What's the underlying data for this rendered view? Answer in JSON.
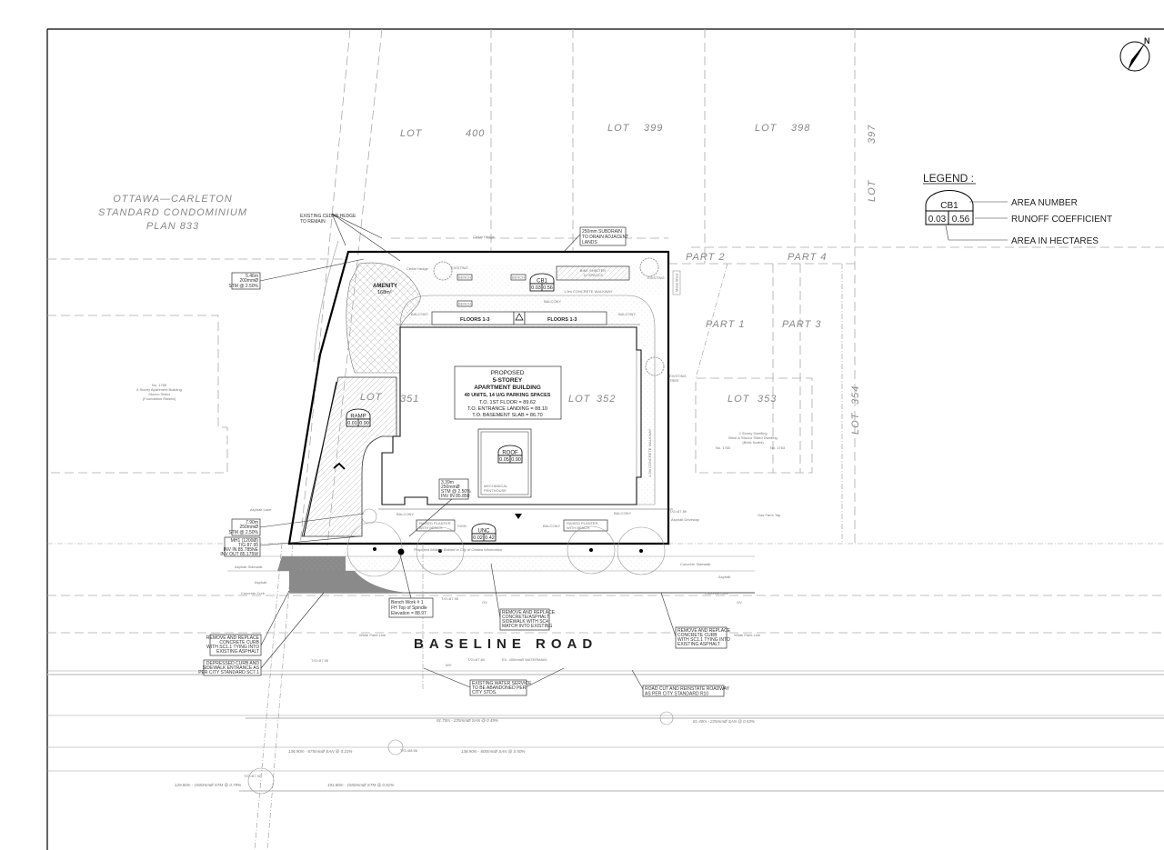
{
  "drawing": {
    "north_label": "N",
    "lots": {
      "lot400": [
        "LOT",
        "400"
      ],
      "lot399": [
        "LOT",
        "399"
      ],
      "lot398": [
        "LOT",
        "398"
      ],
      "lot397": [
        "LOT",
        "397"
      ],
      "lot351": [
        "LOT",
        "351"
      ],
      "lot352": [
        "LOT",
        "352"
      ],
      "lot353": [
        "LOT",
        "353"
      ],
      "lot354": [
        "LOT",
        "354"
      ],
      "part1": "PART 1",
      "part3": "PART 3",
      "part4": "PART 4",
      "part2": "PART 2"
    },
    "condo": [
      "OTTAWA—CARLETON",
      "STANDARD CONDOMINIUM",
      "PLAN 833"
    ],
    "building": {
      "lines": [
        "PROPOSED",
        "5-STOREY",
        "APARTMENT BUILDING",
        "40 UNITS, 14 U/G PARKING SPACES",
        "T.O. 1ST FLOOR = 89.62",
        "T.O.  ENTRANCE LANDING = 88.10",
        "T.O. BASEMENT SLAB = 86.70"
      ],
      "penthouse": [
        "MECHANICAL",
        "PENTHOUSE"
      ]
    },
    "amenity": [
      "AMENITY",
      "168m²"
    ],
    "floors_label": "FLOORS 1-3",
    "balcony": "BALCONY",
    "bike_shelter": [
      "BIKE SHELTER",
      "10 SPACES"
    ],
    "walkway": "1.5m CONCRETE WALKWAY",
    "walkway2": "1.5M CONCRETE WALKWAY",
    "bench": "BENCH",
    "existing_tree": [
      "EXISTING",
      "TREE"
    ],
    "raised_planter": [
      "RAISED PLANTER",
      "WITH BENCH"
    ],
    "sign": "SIGN",
    "proposed_mobility": "Proposed Mobility Bollard to City of Ottawa Information",
    "road_name": "BASELINE ROAD",
    "surface_labels": {
      "asphalt_sidewalk": "Asphalt   Sidewalk",
      "asphalt": "Asphalt",
      "concrete_curb": "Concrete   Curb",
      "concrete_sidewalk": "Concrete   Sidewalk",
      "white_paint_line": "White   Paint   Line",
      "asphalt_lane": "Asphalt   Lane",
      "asphalt_driveway": "Asphalt   Driveway",
      "gas_farm_tap": "Gas Farm Tap",
      "cedar_hedge": "Cedar   Hedge",
      "metal_shed": "Metal Shed",
      "ex_watermain": "EX. 400mmØ WATERMAIN",
      "ov": "OV",
      "wv": "WV"
    },
    "adjacent_buildings": {
      "left": [
        "No. 1785",
        "6 Storey Apartment Building",
        "Stucco Sided",
        "(Foundation Raised)"
      ],
      "right": [
        "2 Storey Dwelling",
        "Brick & Stucco Sided Dwelling",
        "(Brick      Noted)",
        "No. 1765",
        "No. 1763"
      ]
    },
    "callouts": {
      "hedge": [
        "EXISTING CEDAR HEDGE",
        "TO REMAIN"
      ],
      "subdrain": [
        "250mm SUBDRAIN",
        "TO DRAIN ADJACENT",
        "LANDS"
      ],
      "stm1": [
        "5.46m",
        "200mmØ",
        "STM @ 2.50%"
      ],
      "stm2": [
        "7.90m",
        "250mmØ",
        "STM @ 2.50%"
      ],
      "mh1": [
        "MH1 (1200Ø)",
        "T/G 87.95",
        "INV IN 85.785NE",
        "INV OUT 85.175W"
      ],
      "stm3": [
        "3.39m",
        "250mmØ",
        "STM @ 2.50%",
        "INV IN 85.850"
      ],
      "benchmark": [
        "Bench Work # 1",
        "FH Top of Spindle",
        "Elevation = 88.97"
      ],
      "sidewalk": [
        "REMOVE AND REPLACE",
        "CONCRETE/ASPHALT",
        "SIDEWALK WITH SC4",
        "MATCH INTO EXISTING"
      ],
      "curb_left": [
        "REMOVE AND REPLACE",
        "CONCRETE CURB",
        "WITH SC1.1 TYING INTO",
        "EXISTING ASPHALT"
      ],
      "depressed": [
        "DEPRESSED CURB AND",
        "SIDEWALK ENTRANCE AS",
        "PER CITY STANDARD SC7.1"
      ],
      "water": [
        "EXISTING WATER SERVICE",
        "TO BE ABANDONED PER",
        "CITY STDS."
      ],
      "curb_right": [
        "REMOVE AND REPLACE",
        "CONCRETE CURB",
        "WITH SC1.1 TYING INTO",
        "EXISTING ASPHALT"
      ],
      "roadcut": [
        "ROAD CUT AND REINSTATE ROADWAY",
        "AS PER CITY STANDARD R10"
      ]
    },
    "area_tags": [
      {
        "name": "CB1",
        "area": "0.03",
        "coef": "0.56"
      },
      {
        "name": "RAMP",
        "area": "0.01",
        "coef": "0.90"
      },
      {
        "name": "ROOF",
        "area": "0.05",
        "coef": "0.90"
      },
      {
        "name": "UNC",
        "area": "0.02",
        "coef": "0.42"
      }
    ],
    "pipes": [
      "91.70m - 225mmØ SAN @ 0.49%",
      "81.40m - 225mmØ SAN @ 0.53%",
      "136.90m - 675mmØ SAN @ 0.23%",
      "136.90m - 600mmØ SAN @ 0.50%",
      "129.80m - 1500mmØ STM @ 0.79%",
      "191.80m - 1500mmØ STM @ 0.91%"
    ],
    "elevations": {
      "cb1": "T/G=87.95",
      "cb2": "T/G=87.84",
      "cb3": "T/G=87.89",
      "cb4": "T/G=87.95",
      "mh_san": "T/G=88.56",
      "mh_stm": "T/G=87.92"
    }
  },
  "legend": {
    "title": "LEGEND :",
    "tag": {
      "name": "CB1",
      "area": "0.03",
      "coef": "0.56"
    },
    "labels": [
      "AREA NUMBER",
      "RUNOFF COEFFICIENT",
      "AREA IN HECTARES"
    ]
  },
  "colors": {
    "line": "#000000",
    "grey_fill": "#8a8a8a",
    "faint": "#aaaaaa"
  }
}
